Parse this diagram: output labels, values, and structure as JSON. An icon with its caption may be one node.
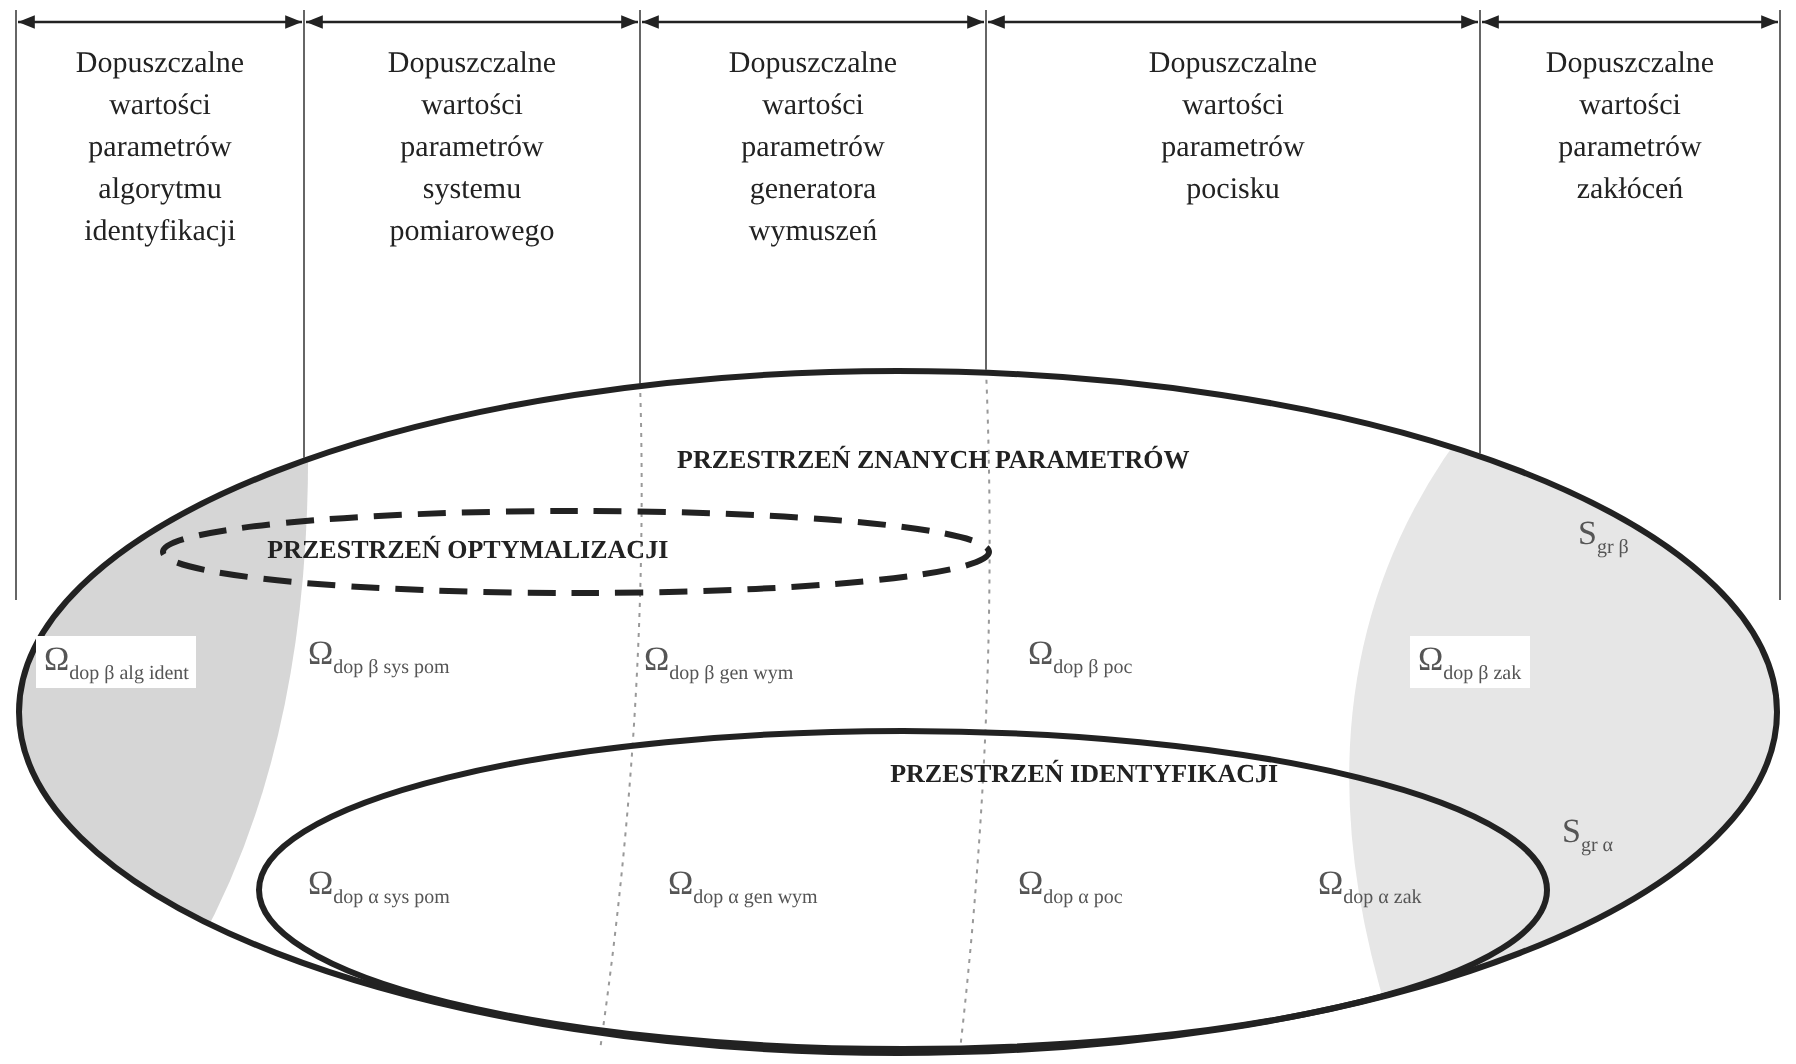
{
  "diagram": {
    "nodes": [
      {
        "text": [
          "Dopuszczalne wartości parametrów algorytmu identyfikacji"
        ]
      },
      {
        "text": [
          "Dopuszczalne wartości parametrów systemu pomiarowego"
        ]
      },
      {
        "text": [
          "Dopuszczalne wartości parametrów generatora wymuszeń"
        ]
      },
      {
        "text": [
          "Dopuszczalne wartości parametrów pocisku"
        ]
      },
      {
        "text": [
          "Dopuszczalne wartości parametrów zakłóceń"
        ]
      },
      {
        "text": [
          "PRZESTRZEŃ ZNANYCH PARAMETRÓW"
        ],
        "beside": [
          "S$_{gr β}$"
        ]
      },
      {
        "text": [
          "PRZESTRZEŃ OPTYMALIZACJI"
        ],
        "in": 5
      },
      {
        "text": [
          "PRZESTRZEŃ IDENTYFIKACJI"
        ],
        "in": 5,
        "beside": [
          "S$_{gr α}$"
        ]
      }
    ],
    "edges": [],
    "labels": [
      "Ω$_{dop β alg ident}$",
      "Ω$_{dop β sys pom}$",
      "Ω$_{dop β gen wym}$",
      "Ω$_{dop β poc}$",
      "Ω$_{dop β zak}$",
      "Ω$_{dop α sys pom}$",
      "Ω$_{dop α gen wym}$",
      "Ω$_{dop α poc}$",
      "Ω$_{dop α zak}$"
    ]
  }
}
